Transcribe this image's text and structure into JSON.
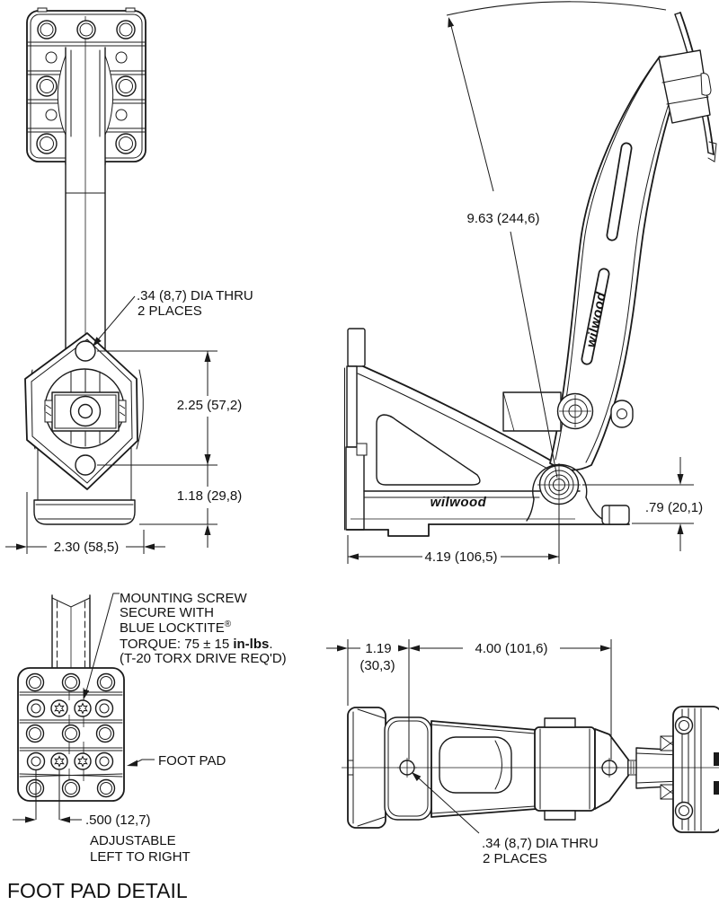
{
  "colors": {
    "line": "#1a1a1a",
    "background": "#ffffff"
  },
  "drawing": {
    "brand": "wilwood",
    "front_view": {
      "dia_note": [
        ".34 (8,7) DIA THRU",
        "2 PLACES"
      ],
      "dim_hole_spacing_upper": "2.25 (57,2)",
      "dim_hole_to_bottom": "1.18 (29,8)",
      "dim_width": "2.30 (58,5)"
    },
    "side_view": {
      "dim_pedal_radius": "9.63 (244,6)",
      "dim_pivot_height": ".79 (20,1)",
      "dim_base_length": "4.19 (106,5)",
      "logo_base": "wilwood",
      "logo_arm": "wilwood"
    },
    "pad_detail": {
      "screw_note_line1": "MOUNTING SCREW",
      "screw_note_line2": "SECURE WITH",
      "screw_note_line3": "BLUE LOCKTITE",
      "screw_note_line3_sup": "®",
      "screw_note_line4_a": "TORQUE: 75 ± 15 ",
      "screw_note_line4_b": "in-lbs",
      "screw_note_line4_c": ".",
      "screw_note_line5": "(T-20 TORX DRIVE REQ'D)",
      "pad_label": "FOOT PAD",
      "dim_hole_spacing": ".500 (12,7)",
      "adjust_line1": "ADJUSTABLE",
      "adjust_line2": "LEFT TO RIGHT",
      "title": "FOOT PAD DETAIL"
    },
    "top_view": {
      "dim_pad_width_value": "1.19",
      "dim_pad_width_metric": "(30,3)",
      "dim_hole_distance": "4.00 (101,6)",
      "dia_note": [
        ".34 (8,7) DIA THRU",
        "2 PLACES"
      ]
    }
  }
}
